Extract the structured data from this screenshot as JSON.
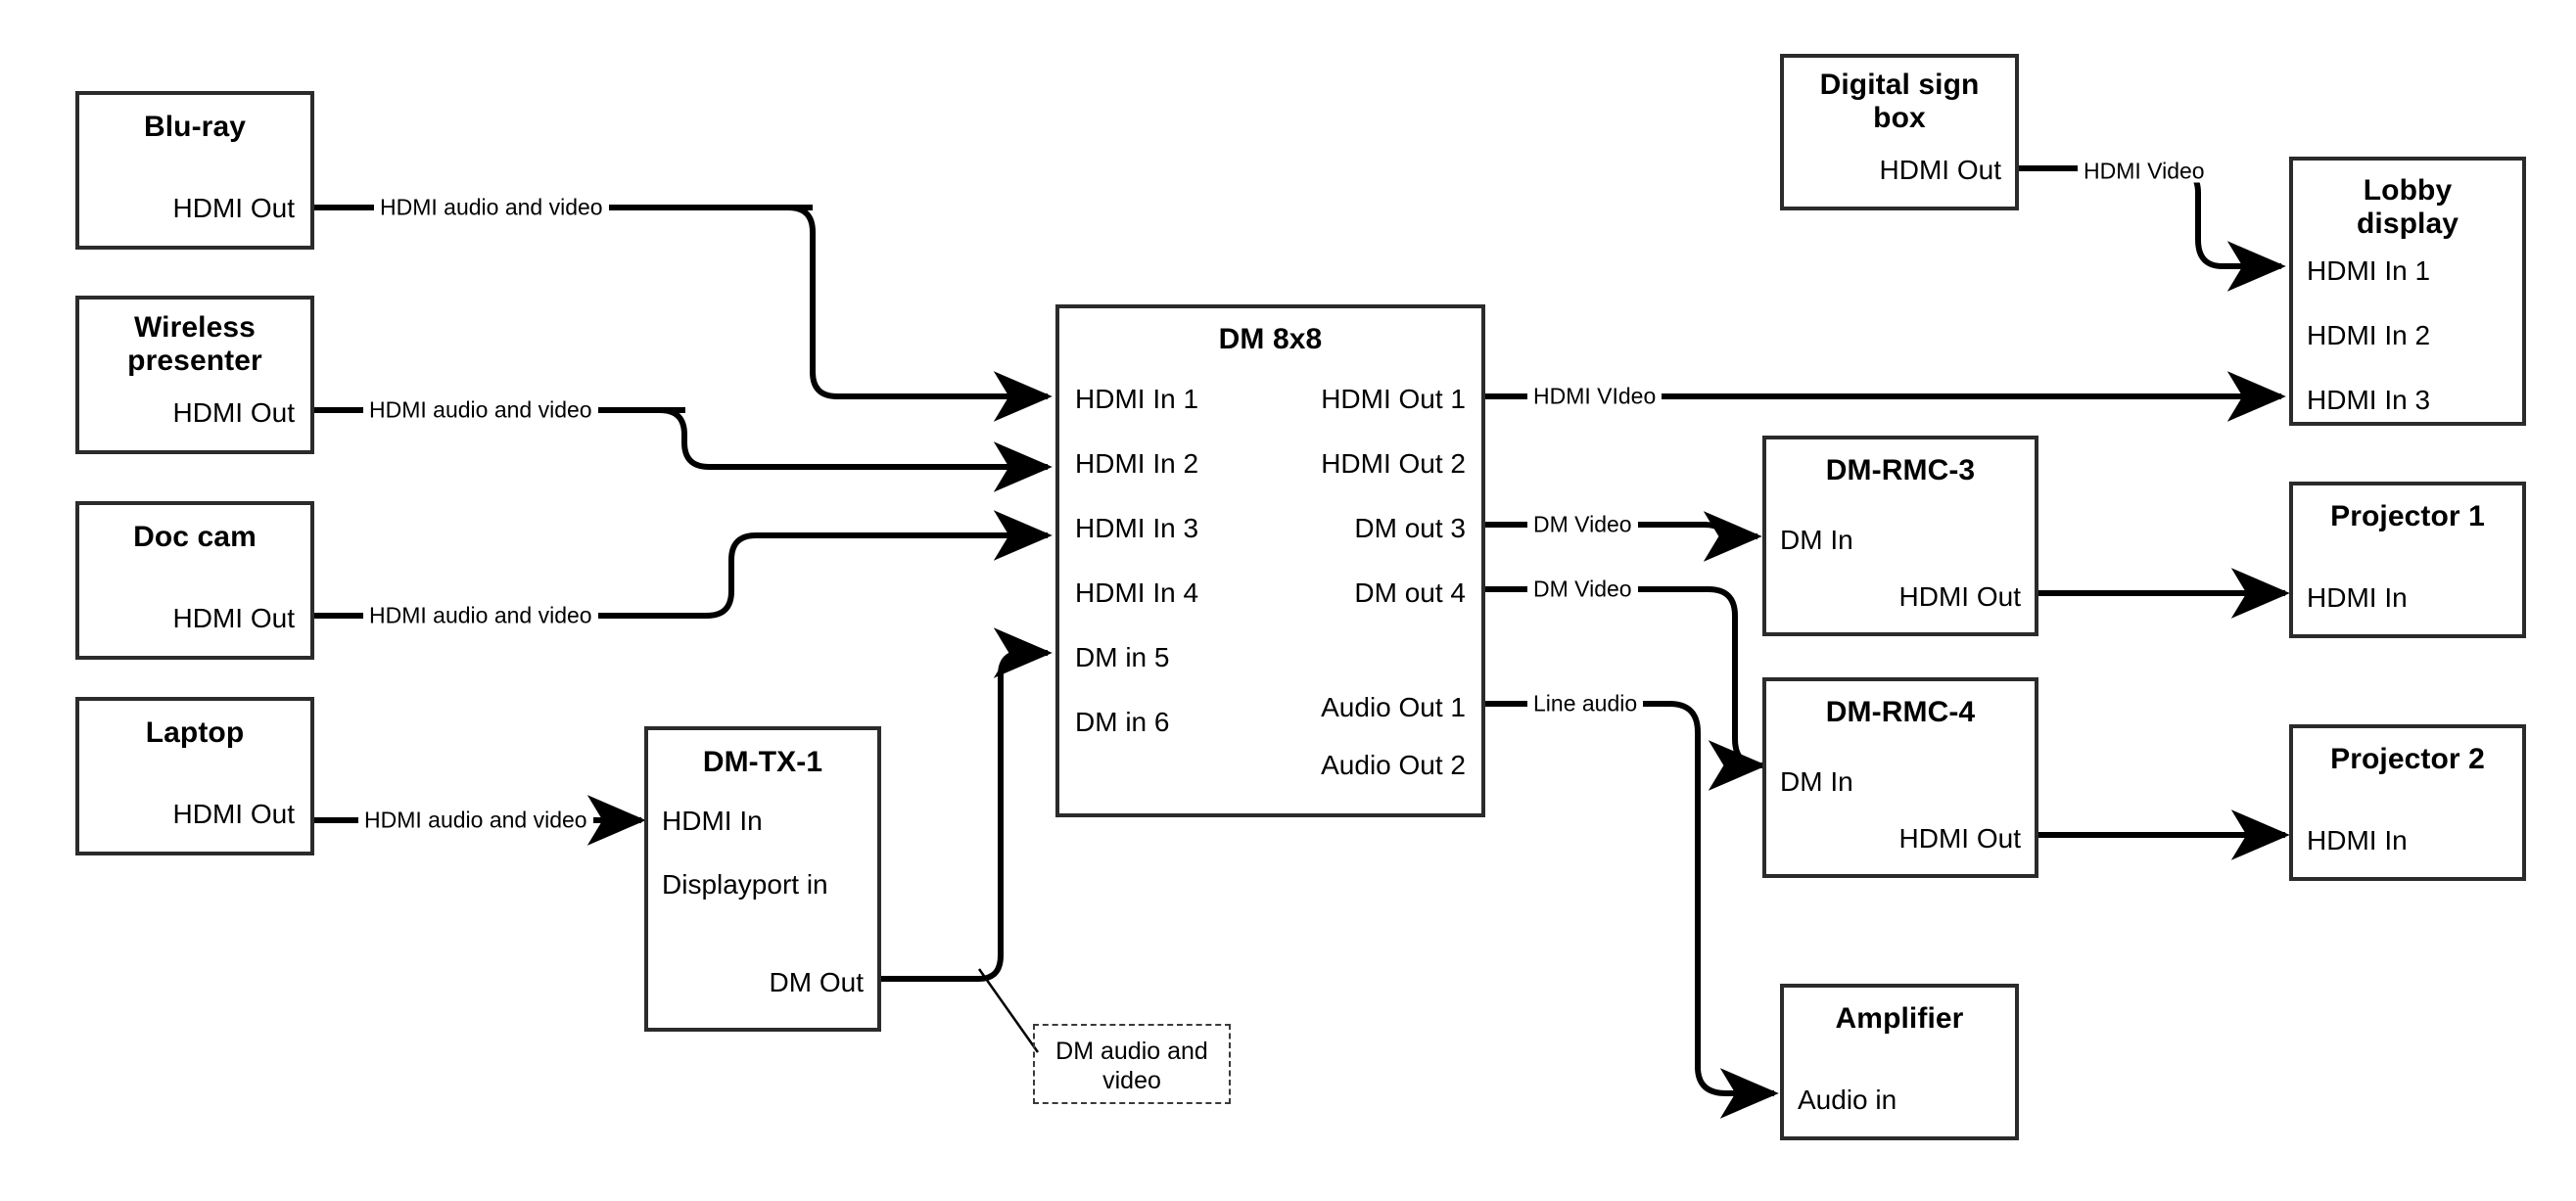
{
  "diagram": {
    "title": "AV signal routing diagram",
    "colors": {
      "box_border": "#2b2b2b",
      "wire": "#000000",
      "background": "#ffffff",
      "note_border": "#3a3a3a"
    }
  },
  "nodes": {
    "bluray": {
      "title": "Blu-ray",
      "ports_right": [
        "HDMI Out"
      ]
    },
    "wireless": {
      "title": "Wireless\npresenter",
      "ports_right": [
        "HDMI Out"
      ]
    },
    "doccam": {
      "title": "Doc cam",
      "ports_right": [
        "HDMI Out"
      ]
    },
    "laptop": {
      "title": "Laptop",
      "ports_right": [
        "HDMI Out"
      ]
    },
    "dmtx1": {
      "title": "DM-TX-1",
      "ports_left": [
        "HDMI In",
        "Displayport in"
      ],
      "ports_right": [
        "DM Out"
      ]
    },
    "dm8x8": {
      "title": "DM 8x8",
      "inputs": [
        "HDMI In 1",
        "HDMI In 2",
        "HDMI In 3",
        "HDMI In 4",
        "DM in 5",
        "DM in 6"
      ],
      "outputs": [
        "HDMI Out 1",
        "HDMI Out 2",
        "DM out 3",
        "DM out 4",
        "Audio Out 1",
        "Audio Out 2"
      ]
    },
    "digitalsign": {
      "title": "Digital sign\nbox",
      "ports_right": [
        "HDMI Out"
      ]
    },
    "lobby": {
      "title": "Lobby\ndisplay",
      "ports_left": [
        "HDMI In 1",
        "HDMI In 2",
        "HDMI In 3"
      ]
    },
    "dmrmc3": {
      "title": "DM-RMC-3",
      "ports_left": [
        "DM In"
      ],
      "ports_right": [
        "HDMI Out"
      ]
    },
    "dmrmc4": {
      "title": "DM-RMC-4",
      "ports_left": [
        "DM In"
      ],
      "ports_right": [
        "HDMI Out"
      ]
    },
    "projector1": {
      "title": "Projector 1",
      "ports_left": [
        "HDMI In"
      ]
    },
    "projector2": {
      "title": "Projector 2",
      "ports_left": [
        "HDMI In"
      ]
    },
    "amplifier": {
      "title": "Amplifier",
      "ports_left": [
        "Audio in"
      ]
    },
    "note_dm_av": {
      "text": "DM audio and\nvideo"
    }
  },
  "wire_labels": {
    "bluray_to_dm": "HDMI audio and video",
    "wireless_to_dm": "HDMI audio and video",
    "doccam_to_dm": "HDMI audio and video",
    "laptop_to_dmtx": "HDMI audio and video",
    "sign_to_lobby": "HDMI Video",
    "dm_hdmiout1_lobby": "HDMI VIdeo",
    "dm_out3_rmc3": "DM Video",
    "dm_out4_rmc4": "DM Video",
    "dm_audio1_amp": "Line audio"
  }
}
